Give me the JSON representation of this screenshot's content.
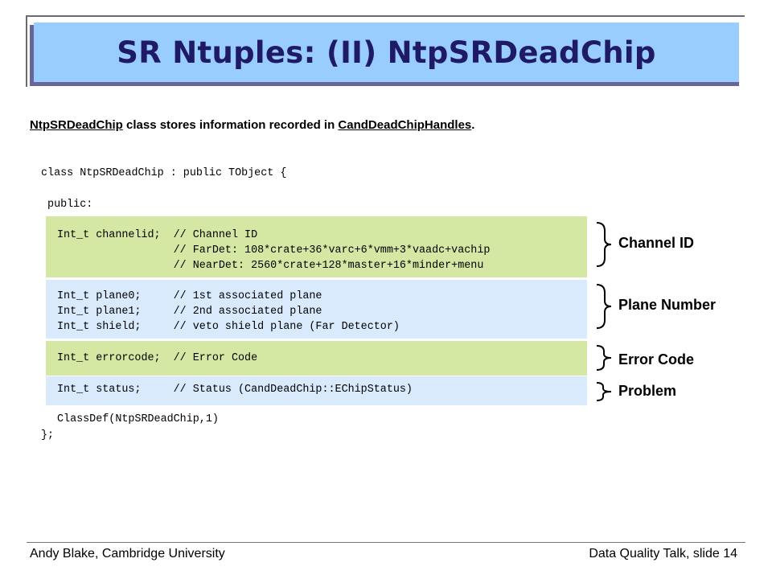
{
  "slide": {
    "title": "SR Ntuples: (II) NtpSRDeadChip",
    "intro": {
      "class_link": "NtpSRDeadChip",
      "middle": " class stores information recorded in ",
      "handle_link": "CandDeadChipHandles",
      "end": "."
    },
    "code": {
      "class_line": "class NtpSRDeadChip : public TObject {",
      "public_line": " public:",
      "channel": [
        "Int_t channelid;  // Channel ID",
        "                  // FarDet: 108*crate+36*varc+6*vmm+3*vaadc+vachip",
        "                  // NearDet: 2560*crate+128*master+16*minder+menu"
      ],
      "plane": [
        "Int_t plane0;     // 1st associated plane",
        "Int_t plane1;     // 2nd associated plane",
        "Int_t shield;     // veto shield plane (Far Detector)"
      ],
      "error": "Int_t errorcode;  // Error Code",
      "status": "Int_t status;     // Status (CandDeadChip::EChipStatus)",
      "classdef": "ClassDef(NtpSRDeadChip,1)",
      "close": "};"
    },
    "labels": {
      "channel": "Channel ID",
      "plane": "Plane Number",
      "error": "Error Code",
      "problem": "Problem"
    }
  },
  "footer": {
    "left": "Andy Blake, Cambridge University",
    "right": "Data Quality Talk, slide 14"
  },
  "colors": {
    "title_bg": "#99ccff",
    "title_text": "#1f1a66",
    "green_band": "#d5e8a3",
    "blue_band": "#d8eafc"
  }
}
